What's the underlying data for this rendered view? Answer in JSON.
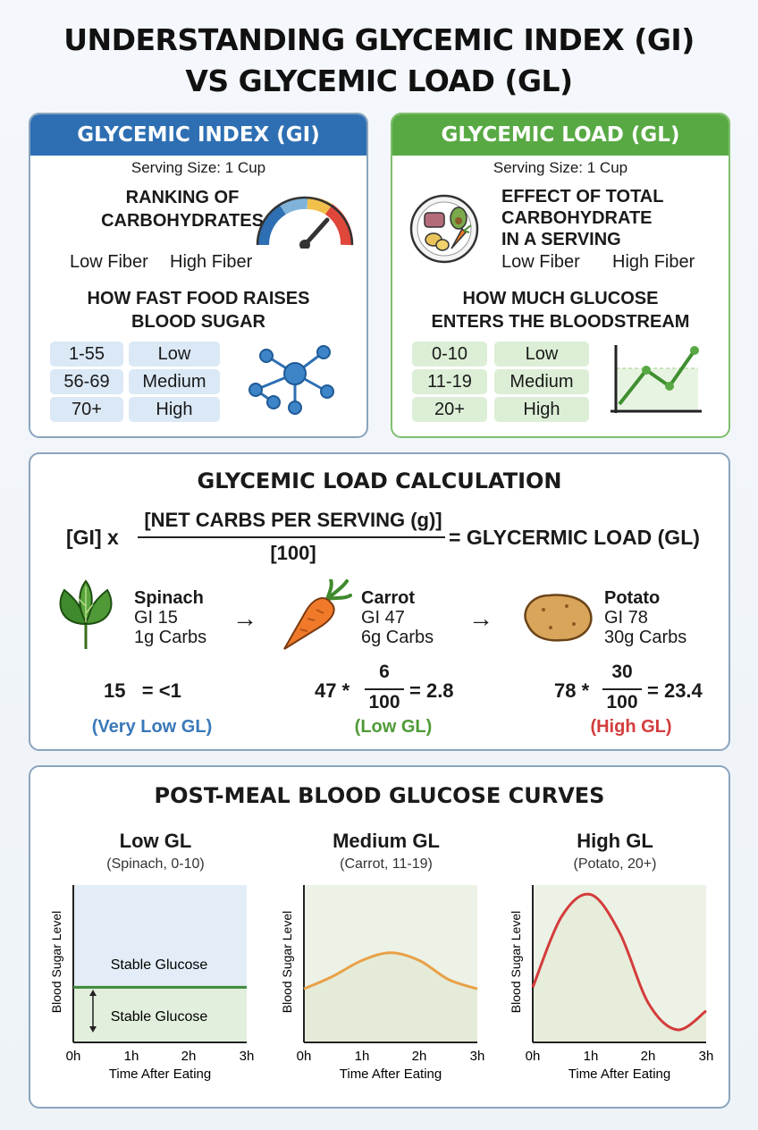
{
  "title_line1": "UNDERSTANDING GLYCEMIC INDEX (GI)",
  "title_line2": "VS GLYCEMIC LOAD (GL)",
  "gi": {
    "header": "GLYCEMIC INDEX (GI)",
    "serving": "Serving Size: 1 Cup",
    "ranking_l1": "RANKING OF",
    "ranking_l2": "CARBOHYDRATES",
    "fiber_low": "Low Fiber",
    "fiber_high": "High Fiber",
    "how_l1": "HOW FAST FOOD RAISES",
    "how_l2": "BLOOD SUGAR",
    "rows": [
      {
        "range": "1-55",
        "level": "Low"
      },
      {
        "range": "56-69",
        "level": "Medium"
      },
      {
        "range": "70+",
        "level": "High"
      }
    ],
    "color": "#2e6fb3"
  },
  "gl": {
    "header": "GLYCEMIC LOAD (GL)",
    "serving": "Serving Size: 1 Cup",
    "effect_l1": "EFFECT OF TOTAL",
    "effect_l2": "CARBOHYDRATE",
    "effect_l3": "IN A SERVING",
    "fiber_low": "Low Fiber",
    "fiber_high": "High Fiber",
    "how_l1": "HOW MUCH GLUCOSE",
    "how_l2": "ENTERS THE BLOODSTREAM",
    "rows": [
      {
        "range": "0-10",
        "level": "Low"
      },
      {
        "range": "11-19",
        "level": "Medium"
      },
      {
        "range": "20+",
        "level": "High"
      }
    ],
    "color": "#58a944"
  },
  "calc": {
    "title": "GLYCEMIC LOAD CALCULATION",
    "formula_left": "[GI]  x",
    "formula_num": "[NET CARBS PER SERVING (g)]",
    "formula_den": "[100]",
    "formula_right": "= GLYCERMIC LOAD (GL)",
    "foods": [
      {
        "name": "Spinach",
        "gi": "GI 15",
        "carbs": "1g Carbs"
      },
      {
        "name": "Carrot",
        "gi": "GI 47",
        "carbs": "6g Carbs"
      },
      {
        "name": "Potato",
        "gi": "GI 78",
        "carbs": "30g Carbs"
      }
    ],
    "spinach_eq": "15   = <1",
    "carrot_pre": "47 *",
    "carrot_num": "6",
    "carrot_den": "100",
    "carrot_res": "= 2.8",
    "potato_pre": "78 *",
    "potato_num": "30",
    "potato_den": "100",
    "potato_res": "= 23.4",
    "label_vlow": "(Very Low GL)",
    "label_low": "(Low GL)",
    "label_high": "(High GL)",
    "arrow": "→"
  },
  "curves": {
    "title": "POST-MEAL BLOOD GLUCOSE CURVES",
    "ylabel": "Blood Sugar Level",
    "xlabel": "Time After Eating",
    "ticks": [
      "0h",
      "1h",
      "2h",
      "3h"
    ],
    "panels": [
      {
        "title": "Low GL",
        "sub": "(Spinach, 0-10)"
      },
      {
        "title": "Medium GL",
        "sub": "(Carrot, 11-19)"
      },
      {
        "title": "High GL",
        "sub": "(Potato, 20+)"
      }
    ],
    "stable_top": "Stable Glucose",
    "stable_bottom": "Stable Glucose",
    "colors": {
      "low": "#3d8a3a",
      "medium": "#e8a148",
      "high": "#d43c3c"
    }
  },
  "chart_data": [
    {
      "type": "line",
      "title": "Low GL",
      "xlabel": "Time After Eating",
      "ylabel": "Blood Sugar Level",
      "x": [
        0,
        0.5,
        1,
        1.5,
        2,
        2.5,
        3
      ],
      "values": [
        0.35,
        0.35,
        0.35,
        0.35,
        0.35,
        0.35,
        0.35
      ],
      "xlim": [
        0,
        3
      ],
      "ylim": [
        0,
        1
      ]
    },
    {
      "type": "line",
      "title": "Medium GL",
      "xlabel": "Time After Eating",
      "ylabel": "Blood Sugar Level",
      "x": [
        0,
        0.5,
        1,
        1.5,
        2,
        2.5,
        3
      ],
      "values": [
        0.34,
        0.42,
        0.52,
        0.57,
        0.52,
        0.4,
        0.34
      ],
      "xlim": [
        0,
        3
      ],
      "ylim": [
        0,
        1
      ]
    },
    {
      "type": "line",
      "title": "High GL",
      "xlabel": "Time After Eating",
      "ylabel": "Blood Sugar Level",
      "x": [
        0,
        0.5,
        1,
        1.5,
        2,
        2.5,
        3
      ],
      "values": [
        0.35,
        0.8,
        0.94,
        0.7,
        0.25,
        0.08,
        0.2
      ],
      "xlim": [
        0,
        3
      ],
      "ylim": [
        0,
        1
      ]
    }
  ]
}
